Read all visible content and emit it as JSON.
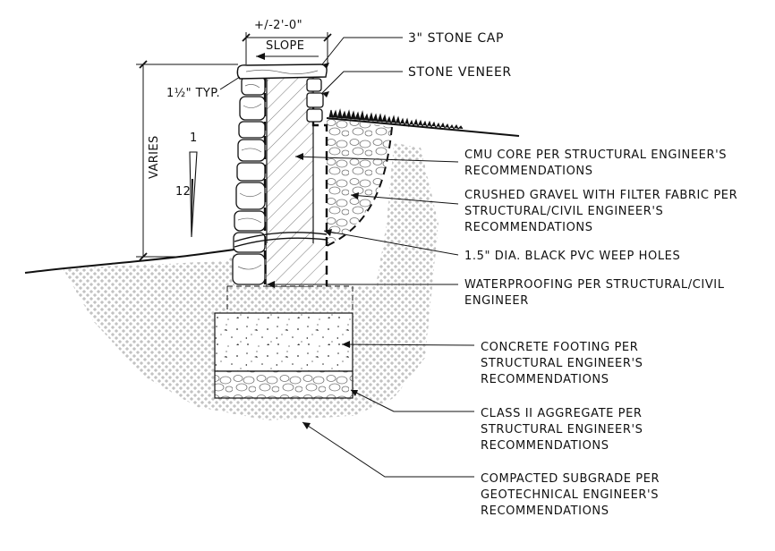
{
  "dimensions": {
    "top_width": "+/-2'-0\"",
    "slope": "SLOPE",
    "typ": "1½\" TYP.",
    "varies": "VARIES",
    "ratio_top": "1",
    "ratio_bottom": "12"
  },
  "callouts": [
    {
      "lines": [
        "3\" STONE CAP"
      ]
    },
    {
      "lines": [
        "STONE VENEER"
      ]
    },
    {
      "lines": [
        "CMU CORE PER STRUCTURAL ENGINEER'S",
        "RECOMMENDATIONS"
      ]
    },
    {
      "lines": [
        "CRUSHED GRAVEL WITH FILTER FABRIC PER",
        "STRUCTURAL/CIVIL ENGINEER'S",
        "RECOMMENDATIONS"
      ]
    },
    {
      "lines": [
        "1.5\" DIA. BLACK PVC WEEP HOLES"
      ]
    },
    {
      "lines": [
        "WATERPROOFING PER STRUCTURAL/CIVIL",
        "ENGINEER"
      ]
    },
    {
      "lines": [
        "CONCRETE FOOTING PER",
        "STRUCTURAL ENGINEER'S",
        "RECOMMENDATIONS"
      ]
    },
    {
      "lines": [
        "CLASS II AGGREGATE PER",
        "STRUCTURAL ENGINEER'S",
        "RECOMMENDATIONS"
      ]
    },
    {
      "lines": [
        "COMPACTED SUBGRADE PER",
        "GEOTECHNICAL ENGINEER'S",
        "RECOMMENDATIONS"
      ]
    }
  ]
}
